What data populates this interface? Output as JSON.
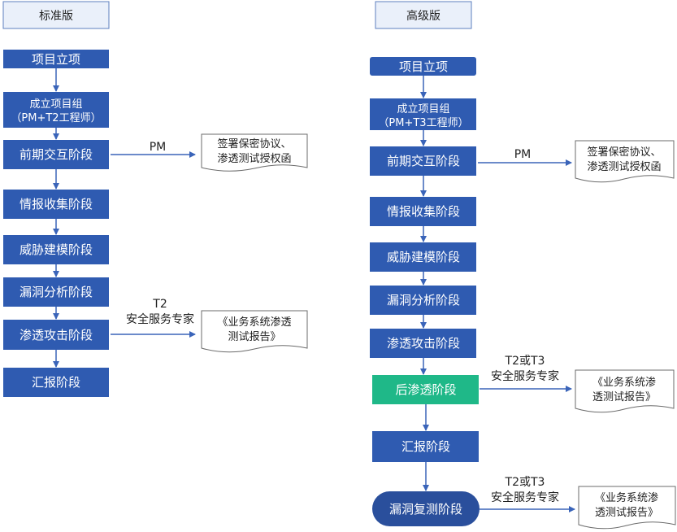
{
  "colors": {
    "process": "#2f5bb1",
    "process_green": "#1fb888",
    "process_dark": "#2a4f9c",
    "arrow": "#3a64b9",
    "doc_border": "#6b6b6b",
    "title_bg": "#eaf0fa",
    "title_border": "#5d7fbf"
  },
  "standard": {
    "title": "标准版",
    "steps": [
      {
        "label": "项目立项"
      },
      {
        "line1": "成立项目组",
        "line2": "（PM+T2工程师）"
      },
      {
        "label": "前期交互阶段"
      },
      {
        "label": "情报收集阶段"
      },
      {
        "label": "威胁建模阶段"
      },
      {
        "label": "漏洞分析阶段"
      },
      {
        "label": "渗透攻击阶段"
      },
      {
        "label": "汇报阶段"
      }
    ],
    "branch1": {
      "edge_label": "PM",
      "doc_line1": "签署保密协议、",
      "doc_line2": "渗透测试授权函"
    },
    "branch2": {
      "edge_line1": "T2",
      "edge_line2": "安全服务专家",
      "doc_line1": "《业务系统渗透",
      "doc_line2": "测试报告》"
    }
  },
  "advanced": {
    "title": "高级版",
    "steps": [
      {
        "label": "项目立项"
      },
      {
        "line1": "成立项目组",
        "line2": "（PM+T3工程师）"
      },
      {
        "label": "前期交互阶段"
      },
      {
        "label": "情报收集阶段"
      },
      {
        "label": "威胁建模阶段"
      },
      {
        "label": "漏洞分析阶段"
      },
      {
        "label": "渗透攻击阶段"
      },
      {
        "label": "后渗透阶段"
      },
      {
        "label": "汇报阶段"
      },
      {
        "label": "漏洞复测阶段"
      }
    ],
    "branch1": {
      "edge_label": "PM",
      "doc_line1": "签署保密协议、",
      "doc_line2": "渗透测试授权函"
    },
    "branch2": {
      "edge_line1": "T2或T3",
      "edge_line2": "安全服务专家",
      "doc_line1": "《业务系统渗",
      "doc_line2": "透测试报告》"
    },
    "branch3": {
      "edge_line1": "T2或T3",
      "edge_line2": "安全服务专家",
      "doc_line1": "《业务系统渗",
      "doc_line2": "透测试报告》"
    }
  }
}
